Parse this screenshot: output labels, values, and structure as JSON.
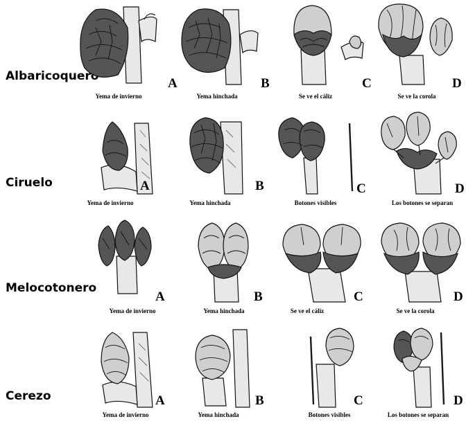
{
  "rows": [
    {
      "species": "Albaricoquero",
      "stages": [
        {
          "letter": "A",
          "caption": "Yema de invierno",
          "icon": "winter-bud-drawing"
        },
        {
          "letter": "B",
          "caption": "Yema hinchada",
          "icon": "swollen-bud-drawing"
        },
        {
          "letter": "C",
          "caption": "Se ve el cáliz",
          "icon": "calyx-visible-drawing"
        },
        {
          "letter": "D",
          "caption": "Se ve la corola",
          "icon": "corolla-visible-drawing"
        }
      ]
    },
    {
      "species": "Ciruelo",
      "stages": [
        {
          "letter": "A",
          "caption": "Yema de invierno",
          "icon": "winter-bud-drawing"
        },
        {
          "letter": "B",
          "caption": "Yema hinchada",
          "icon": "swollen-bud-drawing"
        },
        {
          "letter": "C",
          "caption": "Botones visibles",
          "icon": "visible-buttons-drawing"
        },
        {
          "letter": "D",
          "caption": "Los botones se separan",
          "icon": "buttons-separate-drawing"
        }
      ]
    },
    {
      "species": "Melocotonero",
      "stages": [
        {
          "letter": "A",
          "caption": "Yema de invierno",
          "icon": "winter-bud-drawing"
        },
        {
          "letter": "B",
          "caption": "Yema hinchada",
          "icon": "swollen-bud-drawing"
        },
        {
          "letter": "C",
          "caption": "Se ve el cáliz",
          "icon": "calyx-visible-drawing"
        },
        {
          "letter": "D",
          "caption": "Se ve la corola",
          "icon": "corolla-visible-drawing"
        }
      ]
    },
    {
      "species": "Cerezo",
      "stages": [
        {
          "letter": "A",
          "caption": "Yema de invierno",
          "icon": "winter-bud-drawing"
        },
        {
          "letter": "B",
          "caption": "Yema hinchada",
          "icon": "swollen-bud-drawing"
        },
        {
          "letter": "C",
          "caption": "Botones visibles",
          "icon": "visible-buttons-drawing"
        },
        {
          "letter": "D",
          "caption": "Los botones se separan",
          "icon": "buttons-separate-drawing"
        }
      ]
    }
  ]
}
